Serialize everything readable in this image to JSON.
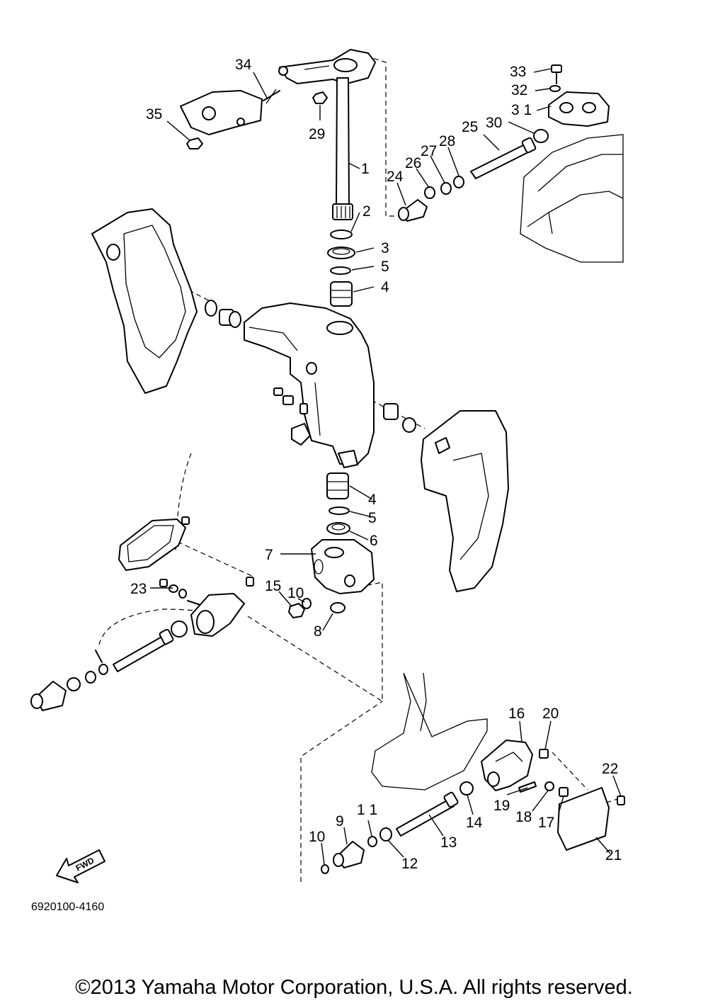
{
  "callouts": [
    {
      "id": "34",
      "label": "34"
    },
    {
      "id": "35",
      "label": "35"
    },
    {
      "id": "29",
      "label": "29"
    },
    {
      "id": "1",
      "label": "1"
    },
    {
      "id": "2",
      "label": "2"
    },
    {
      "id": "3",
      "label": "3"
    },
    {
      "id": "5a",
      "label": "5"
    },
    {
      "id": "4a",
      "label": "4"
    },
    {
      "id": "33",
      "label": "33"
    },
    {
      "id": "32",
      "label": "32"
    },
    {
      "id": "31",
      "label": "3 1"
    },
    {
      "id": "30",
      "label": "30"
    },
    {
      "id": "25",
      "label": "25"
    },
    {
      "id": "28",
      "label": "28"
    },
    {
      "id": "27",
      "label": "27"
    },
    {
      "id": "26",
      "label": "26"
    },
    {
      "id": "24",
      "label": "24"
    },
    {
      "id": "4b",
      "label": "4"
    },
    {
      "id": "5b",
      "label": "5"
    },
    {
      "id": "6",
      "label": "6"
    },
    {
      "id": "7",
      "label": "7"
    },
    {
      "id": "10a",
      "label": "10"
    },
    {
      "id": "15",
      "label": "15"
    },
    {
      "id": "8",
      "label": "8"
    },
    {
      "id": "23",
      "label": "23"
    },
    {
      "id": "16",
      "label": "16"
    },
    {
      "id": "20",
      "label": "20"
    },
    {
      "id": "22",
      "label": "22"
    },
    {
      "id": "19",
      "label": "19"
    },
    {
      "id": "18",
      "label": "18"
    },
    {
      "id": "17",
      "label": "17"
    },
    {
      "id": "14",
      "label": "14"
    },
    {
      "id": "13",
      "label": "13"
    },
    {
      "id": "11",
      "label": "1 1"
    },
    {
      "id": "9",
      "label": "9"
    },
    {
      "id": "12",
      "label": "12"
    },
    {
      "id": "10b",
      "label": "10"
    },
    {
      "id": "21",
      "label": "21"
    }
  ],
  "fwd_label": "FWD",
  "diagram_number": "6920100-4160",
  "copyright": "©2013 Yamaha Motor Corporation, U.S.A. All rights reserved."
}
